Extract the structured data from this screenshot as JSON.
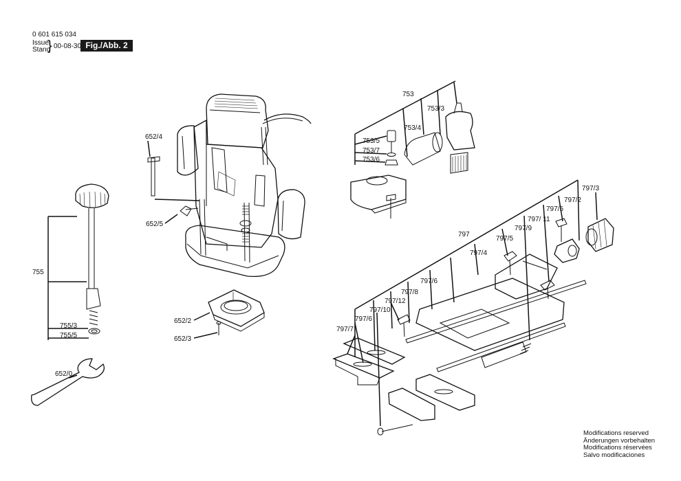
{
  "header": {
    "part_number": "0 601 615 034",
    "issue_label": "Issue",
    "stand_label": "Stand",
    "date": "00-08-30",
    "figure": "Fig./Abb. 2"
  },
  "callouts": {
    "c652_4": "652/4",
    "c652_5": "652/5",
    "c652_2": "652/2",
    "c652_3": "652/3",
    "c652_0": "652/0",
    "c755": "755",
    "c755_3": "755/3",
    "c755_5": "755/5",
    "c753": "753",
    "c753_3": "753/3",
    "c753_4": "753/4",
    "c753_5": "753/5",
    "c753_7": "753/7",
    "c753_6": "753/6",
    "c797": "797",
    "c797_3": "797/3",
    "c797_2": "797/2",
    "c797_5a": "797/5",
    "c797_11": "797/ 11",
    "c797_9": "797/9",
    "c797_5b": "797/5",
    "c797_4": "797/4",
    "c797_6a": "797/6",
    "c797_8": "797/8",
    "c797_12": "797/12",
    "c797_10": "797/10",
    "c797_6b": "797/6",
    "c797_7": "797/7"
  },
  "notes": [
    "Modifications reserved",
    "Änderungen vorbehalten",
    "Modifications réservées",
    "Salvo modificaciones"
  ]
}
